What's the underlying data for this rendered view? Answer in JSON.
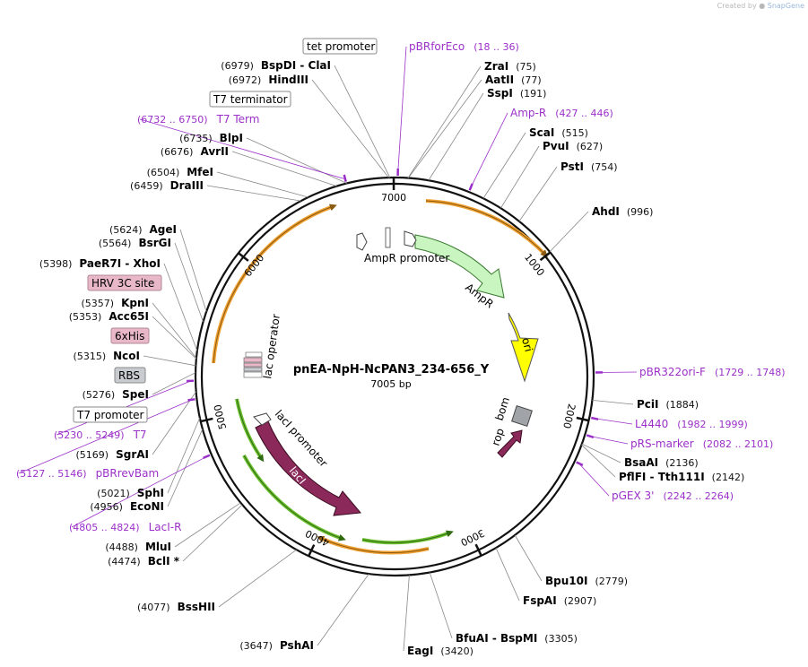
{
  "watermark": {
    "prefix": "Created by",
    "brand": "SnapGene"
  },
  "plasmid": {
    "name": "pnEA-NpH-NcPAN3_234-656_Y",
    "length_label": "7005 bp",
    "length": 7005
  },
  "ticks": [
    "1000",
    "2000",
    "3000",
    "4000",
    "5000",
    "6000",
    "7000"
  ],
  "enzymes": [
    {
      "name": "ZraI",
      "pos": "(75)"
    },
    {
      "name": "AatII",
      "pos": "(77)"
    },
    {
      "name": "SspI",
      "pos": "(191)"
    },
    {
      "name": "ScaI",
      "pos": "(515)"
    },
    {
      "name": "PvuI",
      "pos": "(627)"
    },
    {
      "name": "PstI",
      "pos": "(754)"
    },
    {
      "name": "AhdI",
      "pos": "(996)"
    },
    {
      "name": "PciI",
      "pos": "(1884)"
    },
    {
      "name": "BsaAI",
      "pos": "(2136)"
    },
    {
      "name": "PflFI - Tth111I",
      "pos": "(2142)"
    },
    {
      "name": "Bpu10I",
      "pos": "(2779)"
    },
    {
      "name": "FspAI",
      "pos": "(2907)"
    },
    {
      "name": "BfuAI - BspMI",
      "pos": "(3305)"
    },
    {
      "name": "EagI",
      "pos": "(3420)"
    },
    {
      "name": "PshAI",
      "pos": "(3647)"
    },
    {
      "name": "BssHII",
      "pos": "(4077)"
    },
    {
      "name": "MluI",
      "pos": "(4488)"
    },
    {
      "name": "BclI *",
      "pos": "(4474)"
    },
    {
      "name": "EcoNI",
      "pos": "(4956)"
    },
    {
      "name": "SphI",
      "pos": "(5021)"
    },
    {
      "name": "SgrAI",
      "pos": "(5169)"
    },
    {
      "name": "SpeI",
      "pos": "(5276)"
    },
    {
      "name": "NcoI",
      "pos": "(5315)"
    },
    {
      "name": "Acc65I",
      "pos": "(5353)"
    },
    {
      "name": "KpnI",
      "pos": "(5357)"
    },
    {
      "name": "PaeR7I - XhoI",
      "pos": "(5398)"
    },
    {
      "name": "BsrGI",
      "pos": "(5564)"
    },
    {
      "name": "AgeI",
      "pos": "(5624)"
    },
    {
      "name": "DraIII",
      "pos": "(6459)"
    },
    {
      "name": "MfeI",
      "pos": "(6504)"
    },
    {
      "name": "AvrII",
      "pos": "(6676)"
    },
    {
      "name": "BlpI",
      "pos": "(6735)"
    },
    {
      "name": "HindIII",
      "pos": "(6972)"
    },
    {
      "name": "BspDI - ClaI",
      "pos": "(6979)"
    }
  ],
  "primers": [
    {
      "name": "pBRforEco",
      "pos": "(18 .. 36)"
    },
    {
      "name": "Amp-R",
      "pos": "(427 .. 446)"
    },
    {
      "name": "pBR322ori-F",
      "pos": "(1729 .. 1748)"
    },
    {
      "name": "L4440",
      "pos": "(1982 .. 1999)"
    },
    {
      "name": "pRS-marker",
      "pos": "(2082 .. 2101)"
    },
    {
      "name": "pGEX 3'",
      "pos": "(2242 .. 2264)"
    },
    {
      "name": "LacI-R",
      "pos": "(4805 .. 4824)"
    },
    {
      "name": "pBRrevBam",
      "pos": "(5127 .. 5146)"
    },
    {
      "name": "T7",
      "pos": "(5230 .. 5249)"
    },
    {
      "name": "T7 Term",
      "pos": "(6732 .. 6750)"
    }
  ],
  "boxed_labels": [
    {
      "name": "tet promoter"
    },
    {
      "name": "T7 terminator"
    },
    {
      "name": "HRV 3C site"
    },
    {
      "name": "6xHis"
    },
    {
      "name": "RBS"
    },
    {
      "name": "T7 promoter"
    }
  ],
  "features": [
    {
      "name": "AmpR promoter"
    },
    {
      "name": "AmpR"
    },
    {
      "name": "ori"
    },
    {
      "name": "bom"
    },
    {
      "name": "rop"
    },
    {
      "name": "lac operator"
    },
    {
      "name": "lacI"
    },
    {
      "name": "lacI promoter"
    }
  ],
  "colors": {
    "primer": "#9b30c8",
    "ampr": "#c8f5c0",
    "ori": "#ffff00",
    "lacI": "#8b2a5a",
    "bom": "#a0a4a8",
    "orange_arc": "#f0a030",
    "green_arc": "#6cc030",
    "hrv_box": "#e8b8c8",
    "his_box": "#e8b8c8",
    "rbs_box": "#c8ccd0"
  }
}
